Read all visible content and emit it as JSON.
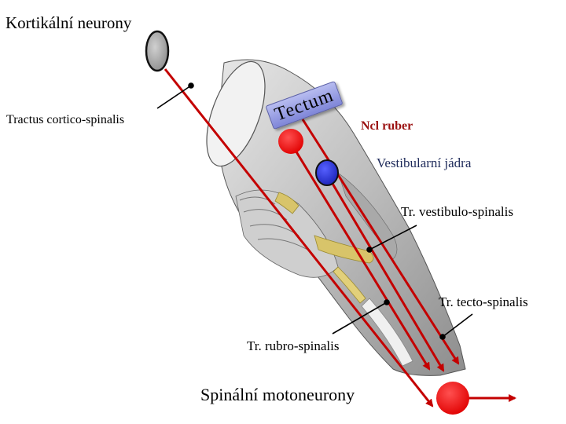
{
  "labels": {
    "cortical_neurons": "Kortikální neurony",
    "tractus_cortico_spinalis": "Tractus cortico-spinalis",
    "tectum": "Tectum",
    "ncl_ruber": "Ncl ruber",
    "vestibular_nuclei": "Vestibularní jádra",
    "tr_vestibulo_spinalis": "Tr. vestibulo-spinalis",
    "tr_tecto_spinalis": "Tr. tecto-spinalis",
    "tr_rubro_spinalis": "Tr. rubro-spinalis",
    "spinal_motoneurons": "Spinální motoneurony"
  },
  "colors": {
    "tract_red": "#c40000",
    "ruber_red": "#ff0000",
    "vestibular_blue": "#2a34d6",
    "cortical_gray": "#a6a6a6",
    "tectum_blue": "#8f95e0"
  }
}
